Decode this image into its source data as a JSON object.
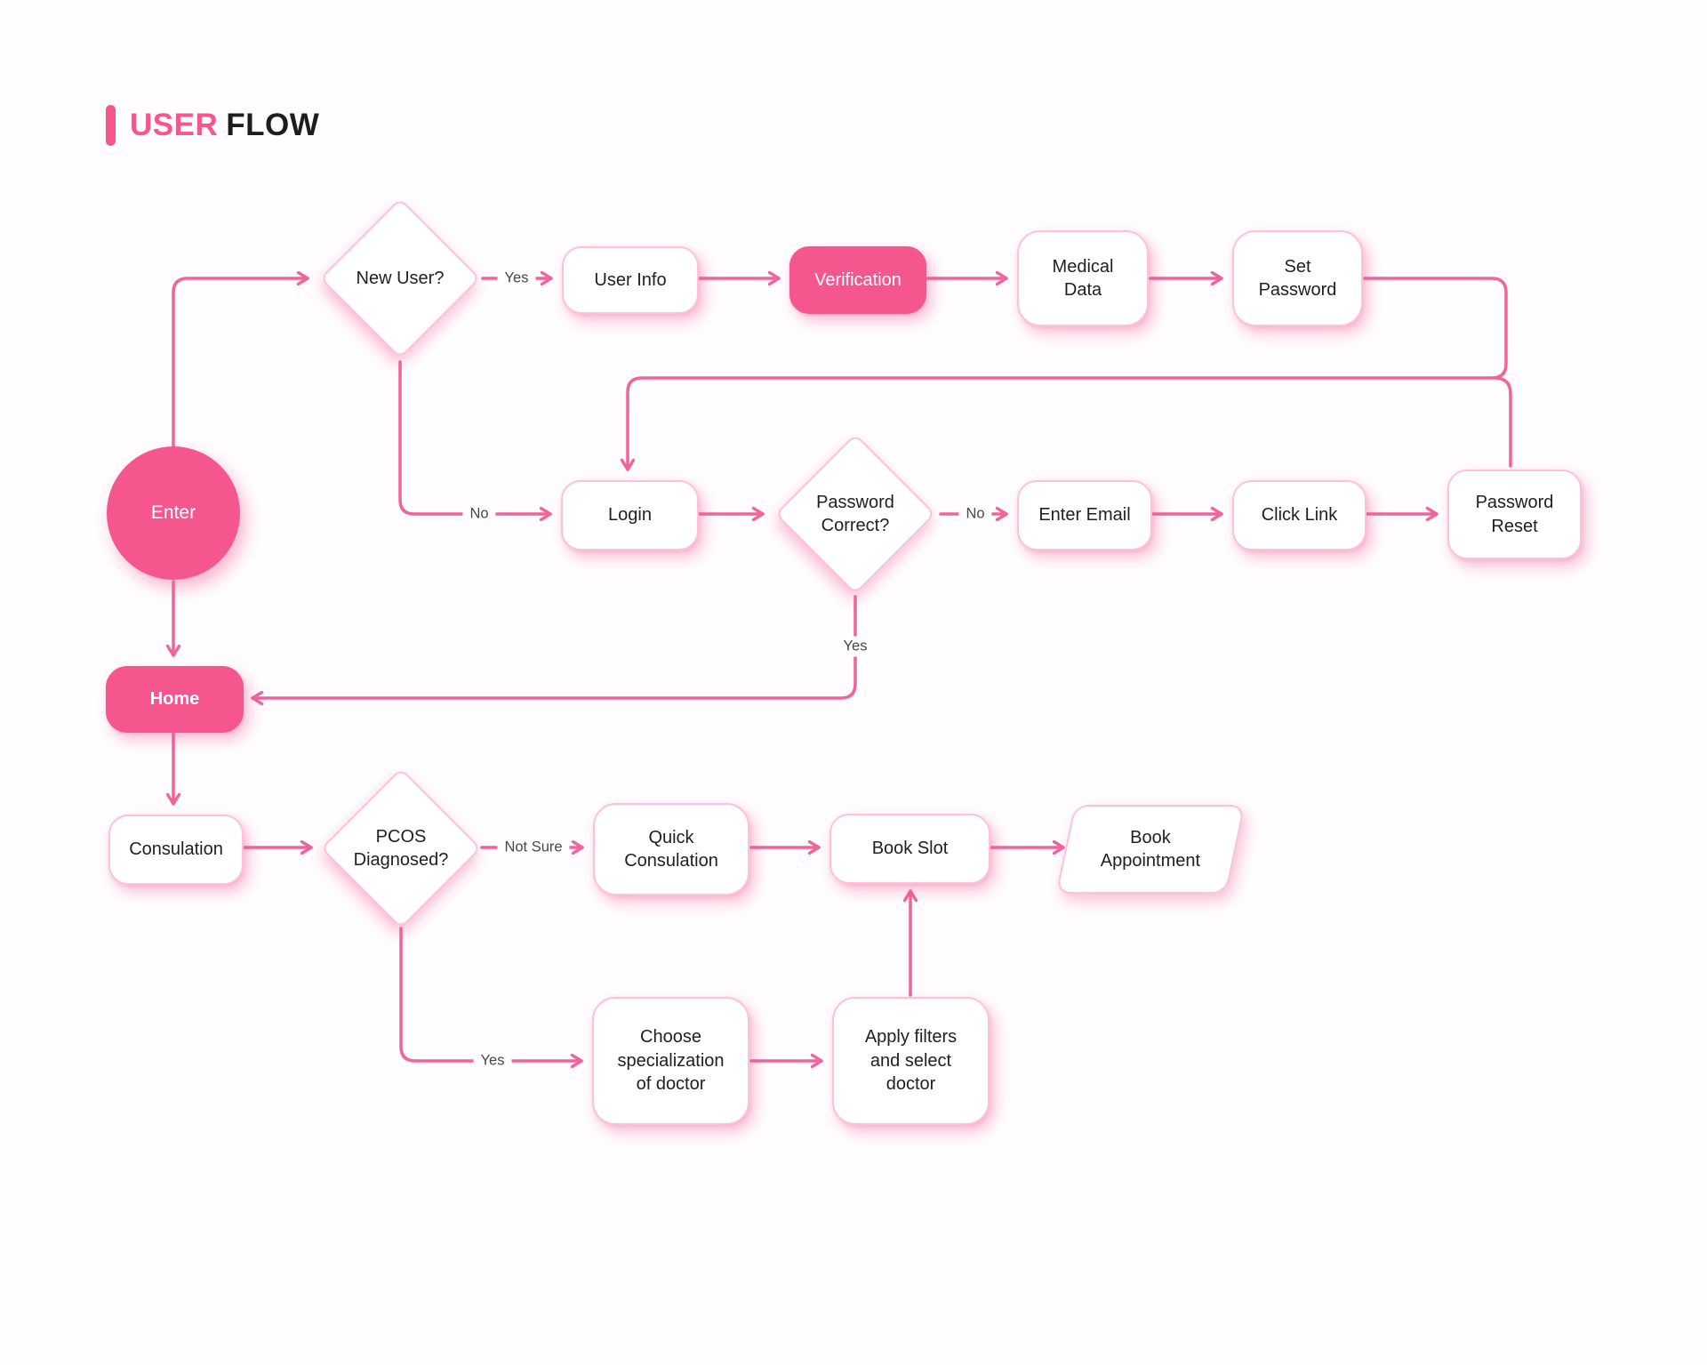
{
  "title": {
    "accent": "USER",
    "rest": "FLOW"
  },
  "colors": {
    "accent_pink": "#F4568D",
    "line_pink": "#F0639B",
    "light_border_pink": "#FBC3D9",
    "text_dark": "#212124"
  },
  "nodes": {
    "enter": "Enter",
    "new_user": "New User?",
    "user_info": "User Info",
    "verification": "Verification",
    "medical_data": "Medical Data",
    "set_password": "Set Password",
    "login": "Login",
    "password_correct": "Password Correct?",
    "enter_email": "Enter Email",
    "click_link": "Click Link",
    "password_reset": "Password Reset",
    "home": "Home",
    "consulation": "Consulation",
    "pcos_diagnosed": "PCOS Diagnosed?",
    "quick_consulation": "Quick Consulation",
    "book_slot": "Book Slot",
    "book_appointment": "Book Appointment",
    "choose_specialization": "Choose specialization of doctor",
    "apply_filters": "Apply filters and select doctor"
  },
  "edge_labels": {
    "new_user_yes": "Yes",
    "new_user_no": "No",
    "password_no": "No",
    "password_yes": "Yes",
    "pcos_not_sure": "Not Sure",
    "pcos_yes": "Yes"
  }
}
